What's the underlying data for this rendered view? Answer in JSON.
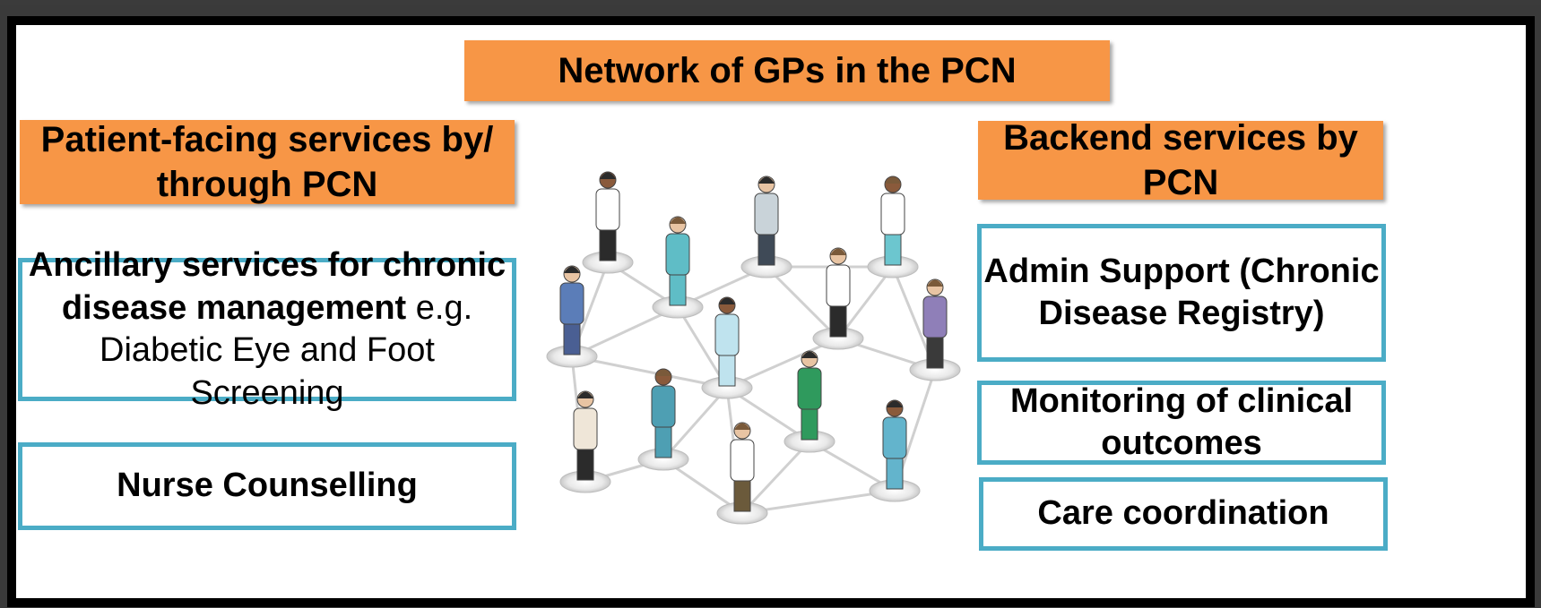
{
  "header": {
    "title": "Network of GPs in the PCN"
  },
  "left": {
    "title_line1": "Patient-facing services by/",
    "title_line2": "through PCN",
    "box1": {
      "line1": "Ancillary services for chronic",
      "line2_bold": "disease management",
      "line2_normal": " e.g.",
      "line3": "Diabetic Eye and Foot Screening"
    },
    "box2": {
      "label": "Nurse Counselling"
    }
  },
  "right": {
    "title_line1": "Backend services by",
    "title_line2": "PCN",
    "box1": {
      "line1": "Admin Support (Chronic",
      "line2": "Disease Registry)"
    },
    "box2": {
      "line1": "Monitoring of clinical",
      "line2": "outcomes"
    },
    "box3": {
      "label": "Care coordination"
    }
  },
  "colors": {
    "header_orange": "#f79646",
    "box_border": "#4bacc6"
  },
  "illustration": {
    "icon": "people-network-icon"
  }
}
